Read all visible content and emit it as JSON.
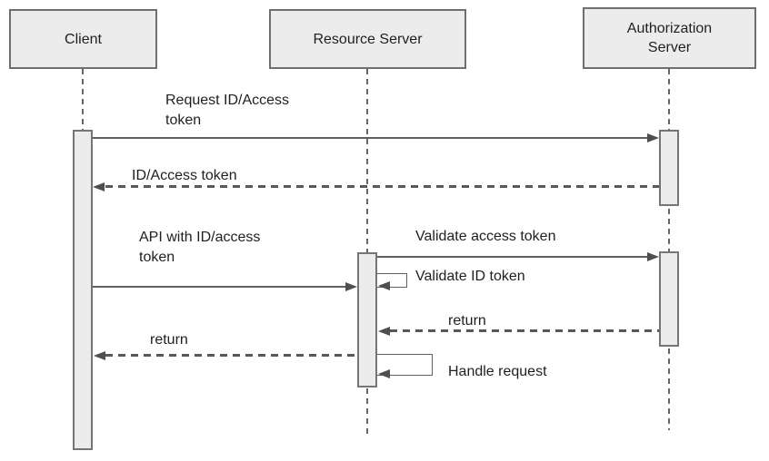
{
  "diagram": {
    "type": "uml-sequence-diagram",
    "actors": [
      {
        "id": "client",
        "label": "Client"
      },
      {
        "id": "resource-server",
        "label": "Resource Server"
      },
      {
        "id": "authorization-server",
        "label": "Authorization\nServer"
      }
    ],
    "messages": [
      {
        "label": "Request ID/Access\ntoken",
        "from": "Client",
        "to": "Authorization Server",
        "style": "solid"
      },
      {
        "label": "ID/Access token",
        "from": "Authorization Server",
        "to": "Client",
        "style": "dashed"
      },
      {
        "label": "API with ID/access\ntoken",
        "from": "Client",
        "to": "Resource Server",
        "style": "solid"
      },
      {
        "label": "Validate access token",
        "from": "Resource Server",
        "to": "Authorization Server",
        "style": "solid"
      },
      {
        "label": "Validate ID token",
        "from": "Resource Server",
        "to": "Resource Server",
        "style": "self"
      },
      {
        "label": "return",
        "from": "Authorization Server",
        "to": "Resource Server",
        "style": "dashed"
      },
      {
        "label": "return",
        "from": "Resource Server",
        "to": "Client",
        "style": "dashed"
      },
      {
        "label": "Handle request",
        "from": "Resource Server",
        "to": "Resource Server",
        "style": "self"
      }
    ],
    "colors": {
      "background": "#ffffff",
      "box_fill": "#ececec",
      "box_border": "#6f6f6f",
      "line": "#5f5f5f",
      "text": "#1f1f1f"
    }
  }
}
